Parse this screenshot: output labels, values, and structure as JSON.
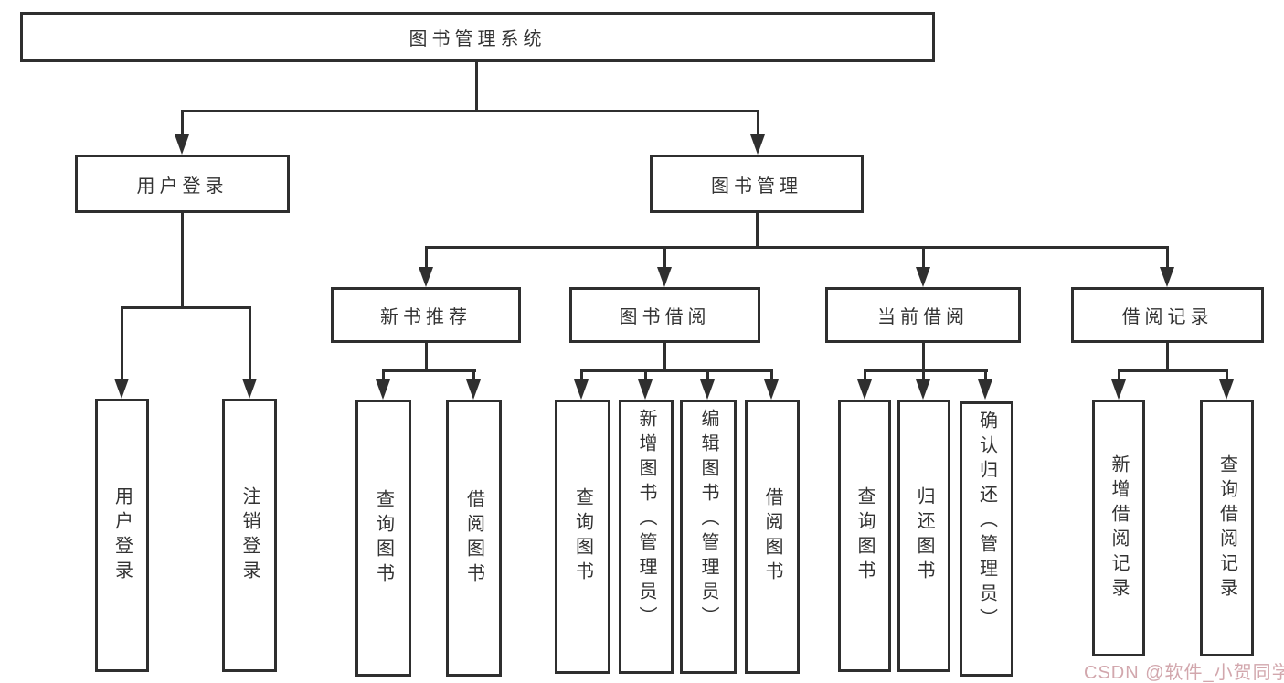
{
  "diagram": {
    "root": "图书管理系统",
    "level2": {
      "user_login": "用户登录",
      "book_mgmt": "图书管理"
    },
    "level3": {
      "new_book": "新书推荐",
      "book_borrow": "图书借阅",
      "current_borrow": "当前借阅",
      "borrow_record": "借阅记录"
    },
    "leaves": {
      "user_login_1": "用户登录",
      "user_login_2": "注销登录",
      "new_book_1": "查询图书",
      "new_book_2": "借阅图书",
      "book_borrow_1": "查询图书",
      "book_borrow_2": "新增图书（管理员）",
      "book_borrow_3": "编辑图书（管理员）",
      "book_borrow_4": "借阅图书",
      "current_borrow_1": "查询图书",
      "current_borrow_2": "归还图书",
      "current_borrow_3": "确认归还（管理员）",
      "borrow_record_1": "新增借阅记录",
      "borrow_record_2": "查询借阅记录"
    }
  },
  "watermark": "CSDN @软件_小贺同学",
  "colors": {
    "line": "#2f2f2f",
    "text": "#333333",
    "watermark": "#d2a7ad",
    "background": "#ffffff"
  }
}
